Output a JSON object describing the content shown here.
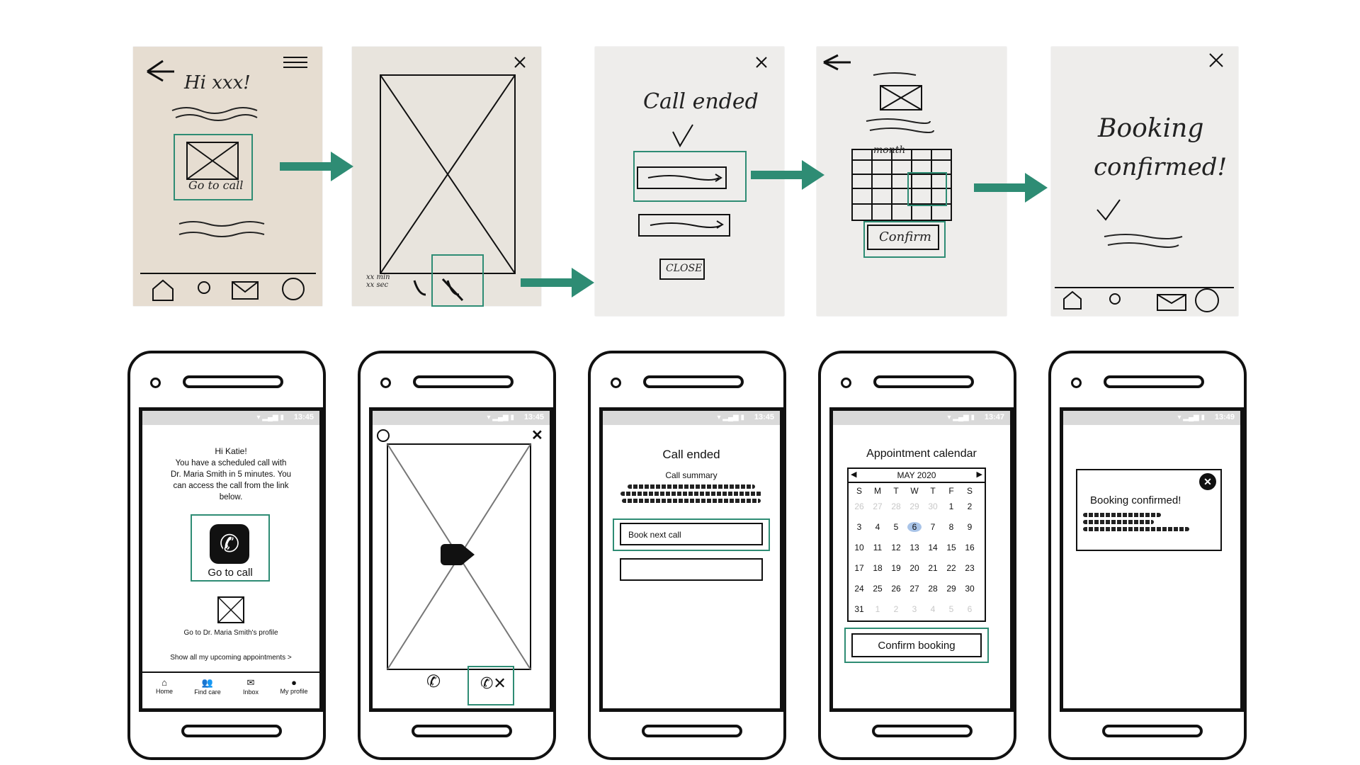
{
  "sketches": [
    {
      "greeting": "Hi xxx!",
      "button_label": "Go to call"
    },
    {
      "timer": "xx min\nxx sec"
    },
    {
      "title": "Call ended",
      "close_label": "CLOSE"
    },
    {
      "month_label": "month",
      "confirm_label": "Confirm"
    },
    {
      "line1": "Booking",
      "line2": "confirmed!"
    }
  ],
  "phones": {
    "status_times": [
      "13:45",
      "13:45",
      "13:45",
      "13:47",
      "13:49"
    ],
    "home": {
      "greeting": "Hi Katie!",
      "message": "You have a scheduled call with Dr. Maria Smith in 5 minutes. You can access the call from the link below.",
      "call_button": "Go to call",
      "profile_link": "Go to Dr. Maria Smith's profile",
      "appointments_link": "Show all my upcoming appointments >",
      "nav": [
        "Home",
        "Find care",
        "Inbox",
        "My profile"
      ]
    },
    "call_ended": {
      "title": "Call ended",
      "summary_label": "Call summary",
      "book_next": "Book next call"
    },
    "calendar": {
      "title": "Appointment calendar",
      "month": "MAY 2020",
      "weekdays": [
        "S",
        "M",
        "T",
        "W",
        "T",
        "F",
        "S"
      ],
      "weeks": [
        [
          "26",
          "27",
          "28",
          "29",
          "30",
          "1",
          "2"
        ],
        [
          "3",
          "4",
          "5",
          "6",
          "7",
          "8",
          "9"
        ],
        [
          "10",
          "11",
          "12",
          "13",
          "14",
          "15",
          "16"
        ],
        [
          "17",
          "18",
          "19",
          "20",
          "21",
          "22",
          "23"
        ],
        [
          "24",
          "25",
          "26",
          "27",
          "28",
          "29",
          "30"
        ],
        [
          "31",
          "1",
          "2",
          "3",
          "4",
          "5",
          "6"
        ]
      ],
      "selected": "6",
      "confirm": "Confirm booking"
    },
    "confirmed": {
      "title": "Booking confirmed!"
    }
  },
  "colors": {
    "accent": "#2e8c74",
    "selected_day": "#a9c4e8"
  }
}
